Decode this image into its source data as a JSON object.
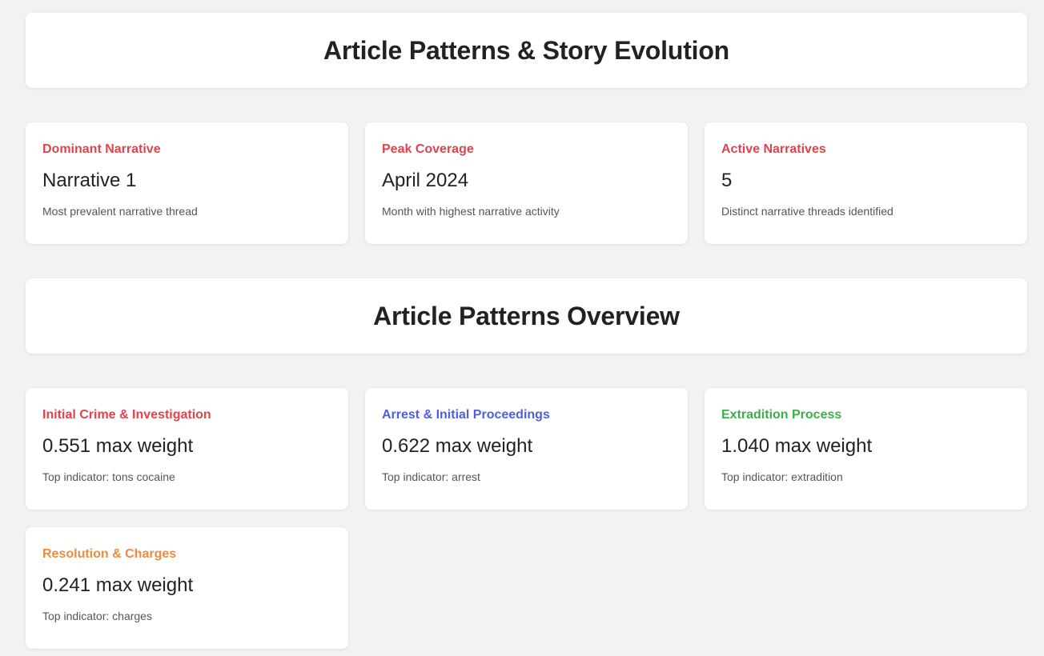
{
  "header": {
    "title": "Article Patterns & Story Evolution"
  },
  "summary_cards": [
    {
      "label": "Dominant Narrative",
      "value": "Narrative 1",
      "description": "Most prevalent narrative thread",
      "color": "#e0434b"
    },
    {
      "label": "Peak Coverage",
      "value": "April 2024",
      "description": "Month with highest narrative activity",
      "color": "#e0434b"
    },
    {
      "label": "Active Narratives",
      "value": "5",
      "description": "Distinct narrative threads identified",
      "color": "#e0434b"
    }
  ],
  "overview": {
    "title": "Article Patterns Overview"
  },
  "pattern_cards": [
    {
      "label": "Initial Crime & Investigation",
      "value": "0.551 max weight",
      "description": "Top indicator: tons cocaine",
      "color": "#e0434b"
    },
    {
      "label": "Arrest & Initial Proceedings",
      "value": "0.622 max weight",
      "description": "Top indicator: arrest",
      "color": "#4f5fe0"
    },
    {
      "label": "Extradition Process",
      "value": "1.040 max weight",
      "description": "Top indicator: extradition",
      "color": "#3fae49"
    },
    {
      "label": "Resolution & Charges",
      "value": "0.241 max weight",
      "description": "Top indicator: charges",
      "color": "#f08a3c"
    }
  ]
}
